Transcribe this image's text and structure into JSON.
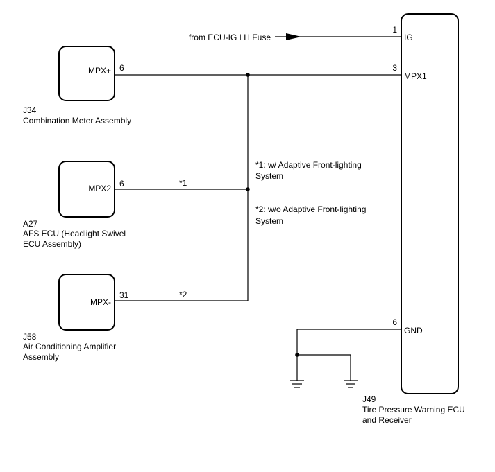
{
  "power_source": {
    "label": "from ECU-IG LH Fuse"
  },
  "receiver": {
    "code": "J49",
    "name_line1": "Tire Pressure Warning ECU",
    "name_line2": "and Receiver",
    "pins": [
      {
        "num": "1",
        "label": "IG"
      },
      {
        "num": "3",
        "label": "MPX1"
      },
      {
        "num": "6",
        "label": "GND"
      }
    ]
  },
  "components": [
    {
      "code": "J34",
      "pin_label": "MPX+",
      "pin_num": "6",
      "name_line1": "Combination Meter Assembly",
      "name_line2": ""
    },
    {
      "code": "A27",
      "pin_label": "MPX2",
      "pin_num": "6",
      "name_line1": "AFS ECU (Headlight Swivel",
      "name_line2": "ECU Assembly)"
    },
    {
      "code": "J58",
      "pin_label": "MPX-",
      "pin_num": "31",
      "name_line1": "Air Conditioning Amplifier",
      "name_line2": "Assembly"
    }
  ],
  "wire_marks": [
    "*1",
    "*2"
  ],
  "notes": [
    {
      "line1": "*1: w/ Adaptive Front-lighting",
      "line2": "System"
    },
    {
      "line1": "*2: w/o Adaptive Front-lighting",
      "line2": "System"
    }
  ]
}
